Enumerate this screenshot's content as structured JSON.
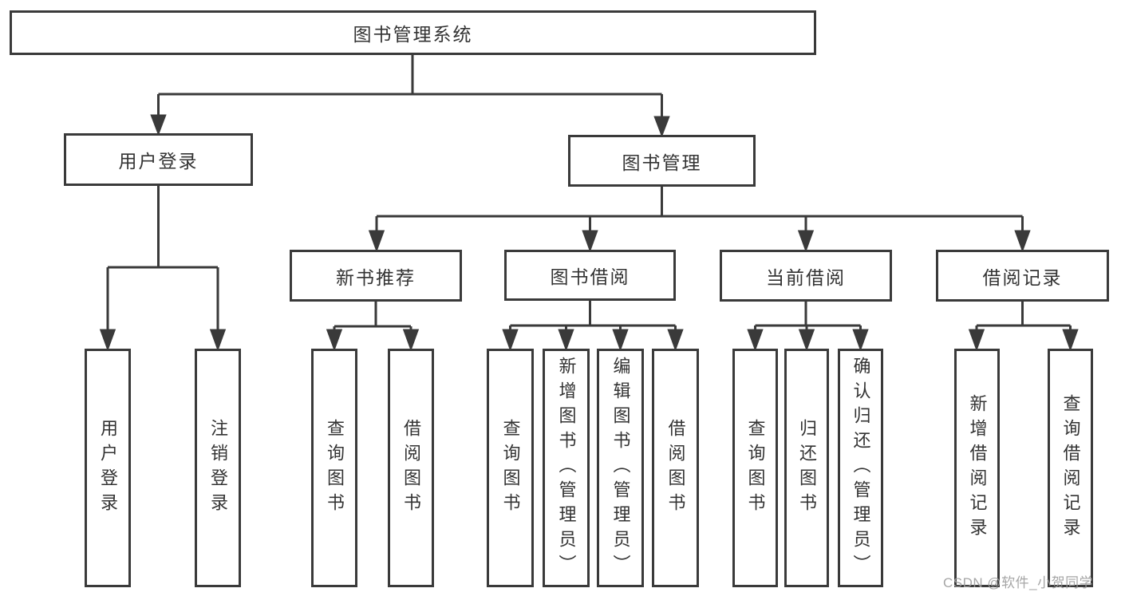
{
  "diagram_title": "图书管理系统",
  "nodes": {
    "root": "图书管理系统",
    "user_login": "用户登录",
    "book_management": "图书管理",
    "new_book_recommend": "新书推荐",
    "book_borrowing": "图书借阅",
    "current_borrowing": "当前借阅",
    "borrow_records": "借阅记录",
    "leaf_user_login": "用户登录",
    "leaf_logout": "注销登录",
    "leaf_query_books_nb": "查询图书",
    "leaf_borrow_books_nb": "借阅图书",
    "leaf_query_books_bb": "查询图书",
    "leaf_add_book_admin": "新增图书（管理员）",
    "leaf_edit_book_admin": "编辑图书（管理员）",
    "leaf_borrow_books_bb": "借阅图书",
    "leaf_query_books_cb": "查询图书",
    "leaf_return_book": "归还图书",
    "leaf_confirm_return_admin": "确认归还（管理员）",
    "leaf_add_borrow_record": "新增借阅记录",
    "leaf_query_borrow_record": "查询借阅记录"
  },
  "hierarchy": {
    "图书管理系统": {
      "用户登录": [
        "用户登录",
        "注销登录"
      ],
      "图书管理": {
        "新书推荐": [
          "查询图书",
          "借阅图书"
        ],
        "图书借阅": [
          "查询图书",
          "新增图书（管理员）",
          "编辑图书（管理员）",
          "借阅图书"
        ],
        "当前借阅": [
          "查询图书",
          "归还图书",
          "确认归还（管理员）"
        ],
        "借阅记录": [
          "新增借阅记录",
          "查询借阅记录"
        ]
      }
    }
  },
  "watermark": "CSDN @软件_小贺同学",
  "colors": {
    "line": "#3a3a3a",
    "box_border": "#3a3a3a",
    "text": "#333333",
    "watermark": "#9e9e9e",
    "background": "#ffffff"
  }
}
